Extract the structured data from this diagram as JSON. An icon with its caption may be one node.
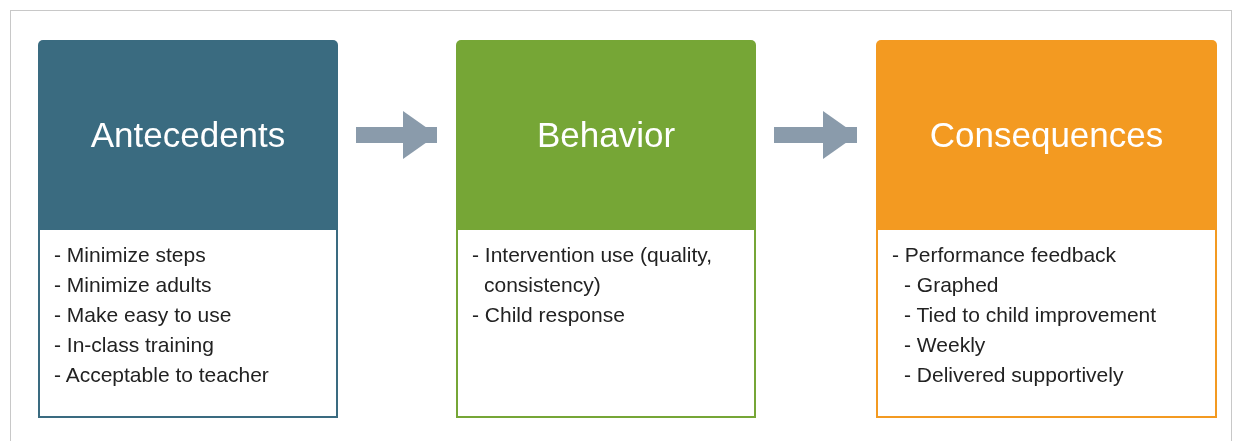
{
  "diagram": {
    "nodes": [
      {
        "text": [
          "Antecedents"
        ]
      },
      {
        "text": [
          "- Minimize steps",
          "- Minimize adults",
          "- Make easy to use",
          "- In-class training",
          "- Acceptable to teacher"
        ]
      },
      {
        "text": [
          "Behavior"
        ]
      },
      {
        "text": [
          "- Intervention use (quality, consistency)",
          "- Child response"
        ]
      },
      {
        "text": [
          "Consequences"
        ]
      },
      {
        "text": [
          "- Performance feedback",
          "- Graphed",
          "- Tied to child improvement",
          "- Weekly",
          "- Delivered supportively"
        ]
      }
    ],
    "edges": [
      {
        "from": 0,
        "to": 2,
        "arrow": "to"
      },
      {
        "from": 2,
        "to": 4,
        "arrow": "to"
      }
    ]
  }
}
